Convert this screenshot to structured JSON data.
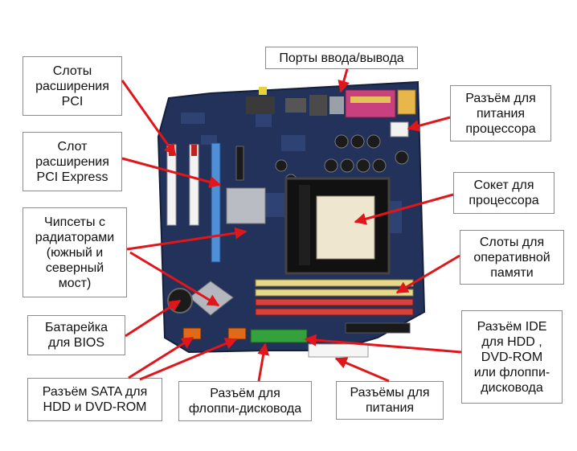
{
  "colors": {
    "arrow": "#e0161b",
    "pcb": "#22325a",
    "label_border": "#8c8c8c"
  },
  "labels": {
    "pci_slots": "Слоты\nрасширения\nPCI",
    "pcie_slot": "Слот\nрасширения\nPCI Express",
    "chipsets": "Чипсеты с\nрадиаторами\n(южный и\nсеверный\nмост)",
    "bios_battery": "Батарейка\nдля BIOS",
    "sata": "Разъём SATA для\nHDD и DVD-ROM",
    "floppy": "Разъём для\nфлоппи-дисковода",
    "power": "Разъёмы для\nпитания",
    "ide": "Разъём IDE\nдля HDD ,\nDVD-ROM\nили флоппи-\nдисковода",
    "ram_slots": "Слоты для\nоперативной\nпамяти",
    "cpu_socket": "Сокет для\nпроцессора",
    "cpu_power": "Разъём для\nпитания\nпроцессора",
    "io_ports": "Порты ввода/вывода"
  }
}
